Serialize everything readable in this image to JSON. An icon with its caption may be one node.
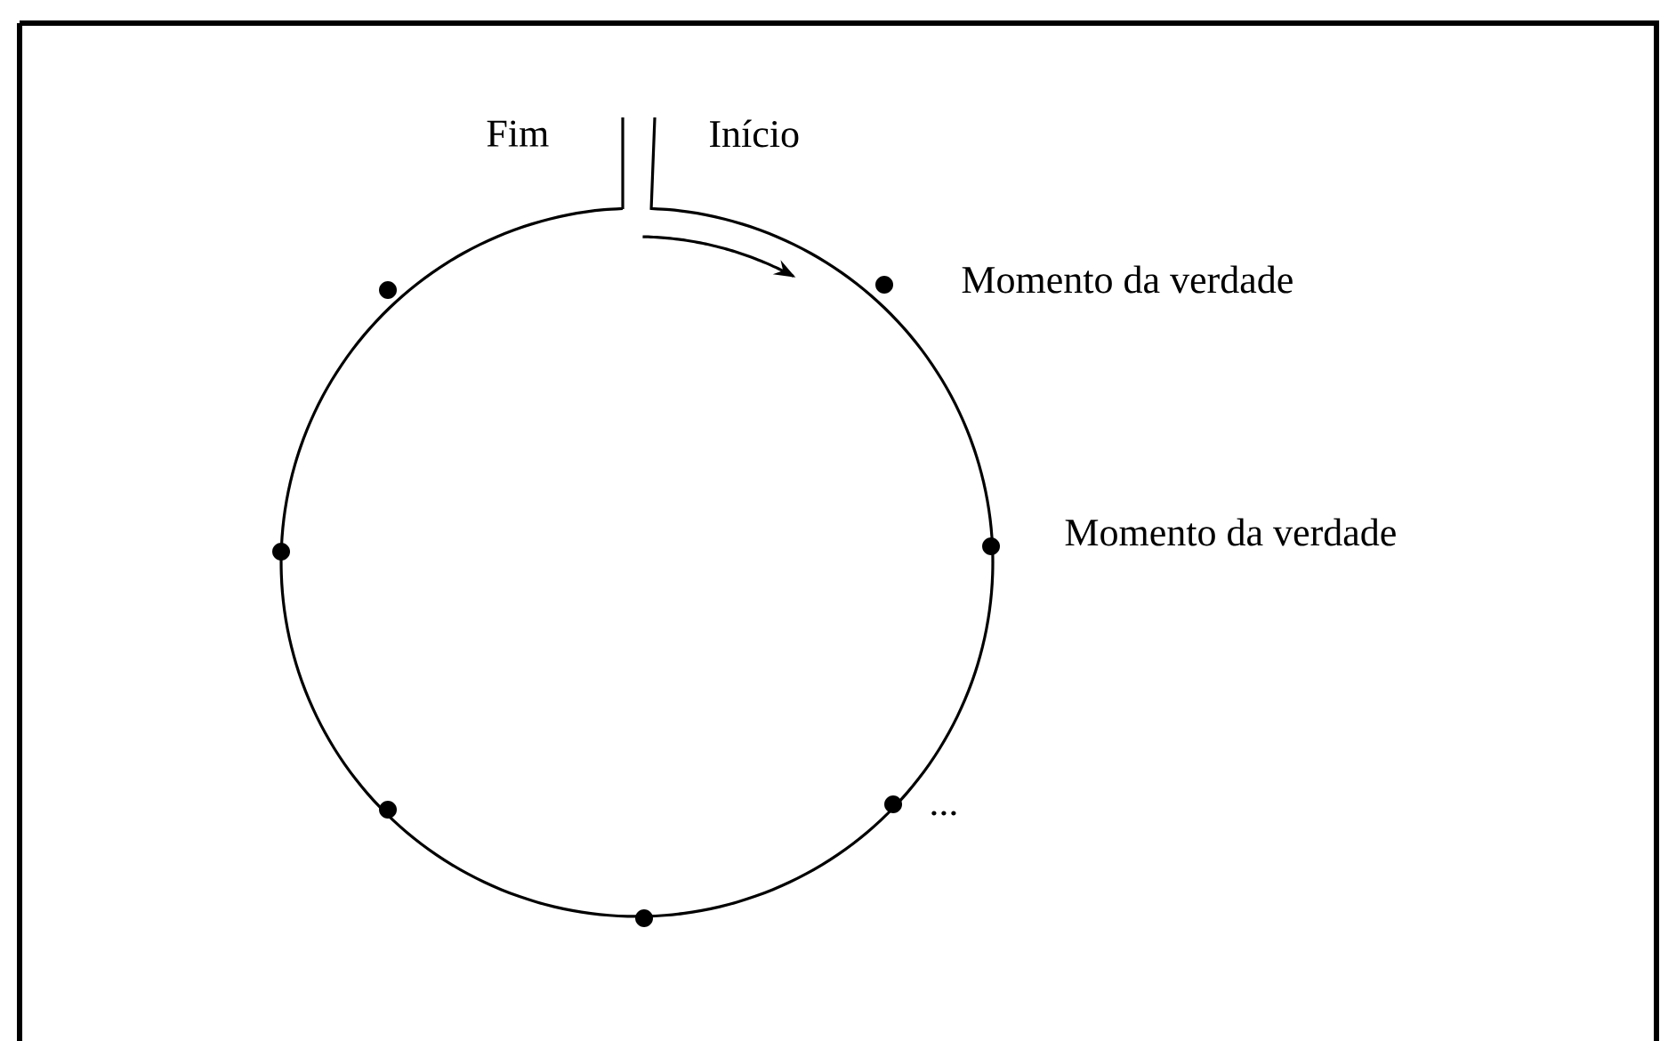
{
  "diagram": {
    "labels": [
      "Fim",
      "Início",
      "Momento da verdade",
      "Momento da verdade",
      "..."
    ]
  }
}
